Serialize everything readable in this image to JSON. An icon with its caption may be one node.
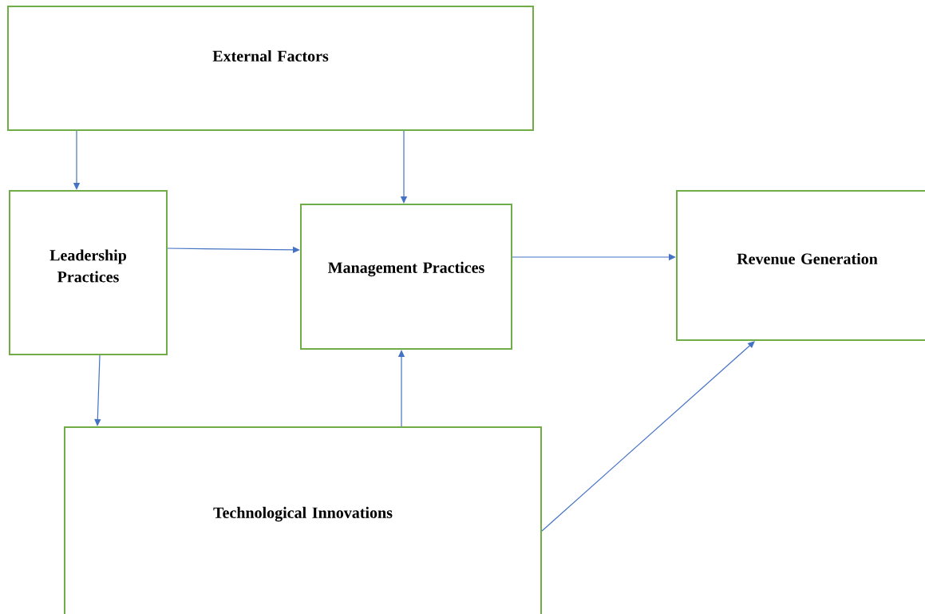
{
  "diagram": {
    "nodes": [
      {
        "text": [
          "External Factors"
        ]
      },
      {
        "text": [
          "Leadership Practices"
        ]
      },
      {
        "text": [
          "Management Practices"
        ]
      },
      {
        "text": [
          "Revenue Generation"
        ]
      },
      {
        "text": [
          "Technological Innovations"
        ]
      }
    ],
    "edges": [
      {
        "from": 0,
        "to": 1,
        "arrow": "to"
      },
      {
        "from": 0,
        "to": 2,
        "arrow": "to"
      },
      {
        "from": 1,
        "to": 2,
        "arrow": "to"
      },
      {
        "from": 1,
        "to": 4,
        "arrow": "to"
      },
      {
        "from": 2,
        "to": 3,
        "arrow": "to"
      },
      {
        "from": 4,
        "to": 2,
        "arrow": "to"
      },
      {
        "from": 4,
        "to": 3,
        "arrow": "to"
      }
    ]
  }
}
